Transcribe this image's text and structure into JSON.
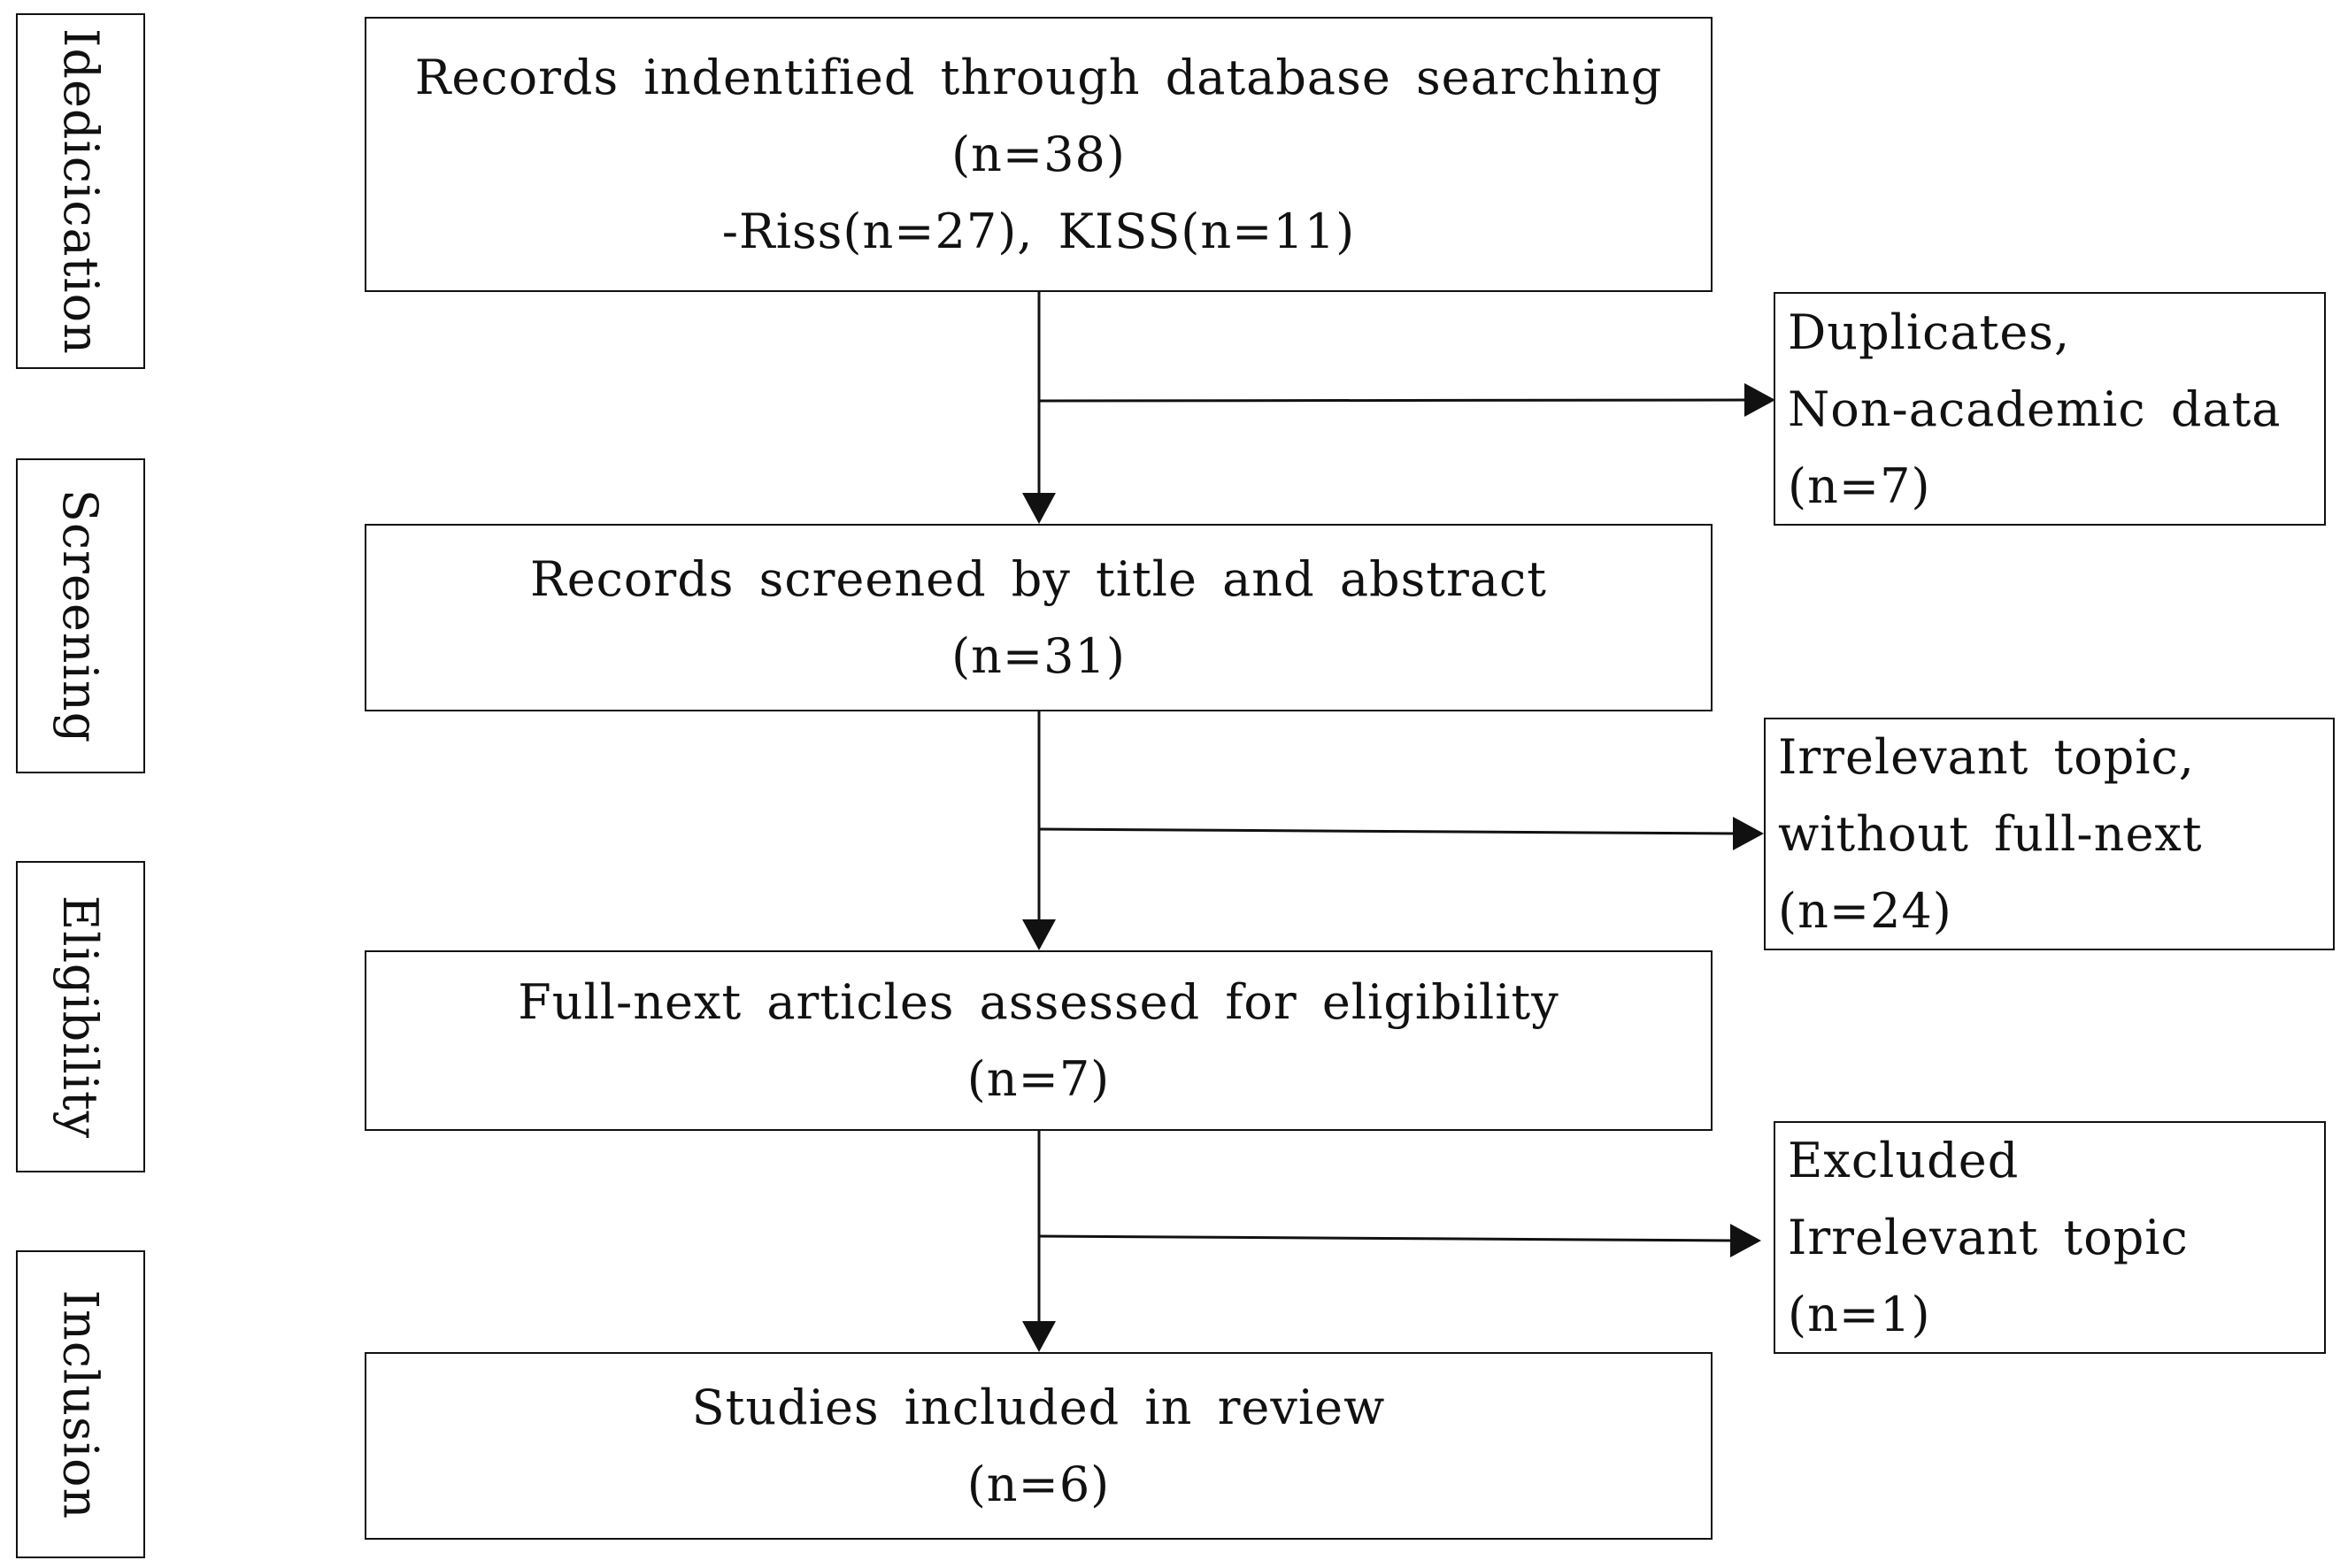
{
  "stages": {
    "identification": "Idedicication",
    "screening": "Screening",
    "eligibility": "Eligibility",
    "inclusion": "Inclusion"
  },
  "main_boxes": {
    "identified": {
      "line1": "Records indentified through database searching",
      "line2": "(n=38)",
      "line3": "-Riss(n=27), KISS(n=11)"
    },
    "screened": {
      "line1": "Records screened by title and abstract",
      "line2": "(n=31)"
    },
    "eligibility": {
      "line1": "Full-next articles assessed for eligibility",
      "line2": "(n=7)"
    },
    "included": {
      "line1": "Studies included in review",
      "line2": "(n=6)"
    }
  },
  "side_boxes": {
    "duplicates": {
      "line1": "Duplicates,",
      "line2": "Non-academic data",
      "line3": "(n=7)"
    },
    "irrelevant": {
      "line1": "Irrelevant topic,",
      "line2": "without full-next",
      "line3": "(n=24)"
    },
    "excluded": {
      "line1": "Excluded",
      "line2": "Irrelevant topic",
      "line3": "(n=1)"
    }
  }
}
